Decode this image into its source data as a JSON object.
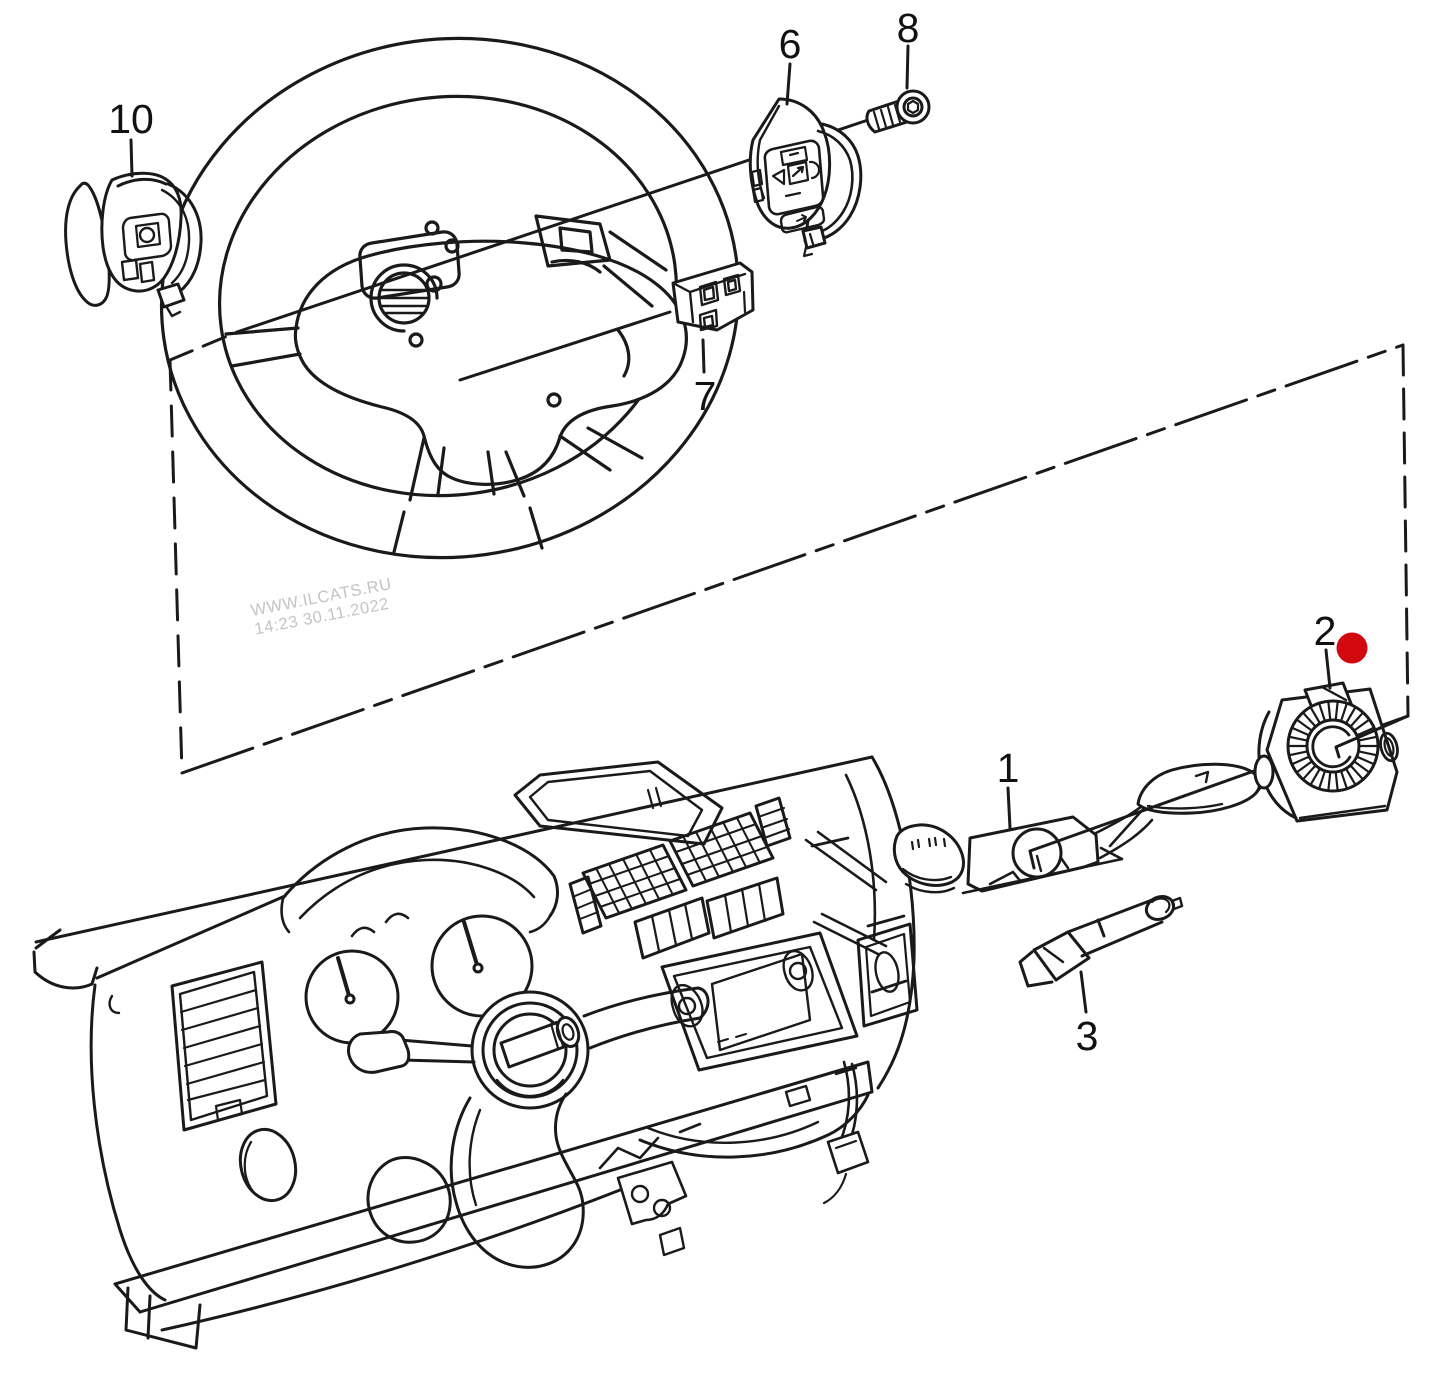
{
  "diagram": {
    "kind": "exploded-parts-line-drawing",
    "background_color": "#ffffff",
    "line_color": "#1a1a1a"
  },
  "watermark": {
    "line1": "WWW.ILCATS.RU",
    "line2": "14:23 30.11.2022",
    "color": "#c4c4c4"
  },
  "labels": {
    "part1": "1",
    "part2": "2",
    "part3": "3",
    "part6": "6",
    "part7": "7",
    "part8": "8",
    "part10": "10"
  },
  "marker": {
    "shape": "filled-circle",
    "color": "#d20a10",
    "attached_to_label": "2"
  }
}
